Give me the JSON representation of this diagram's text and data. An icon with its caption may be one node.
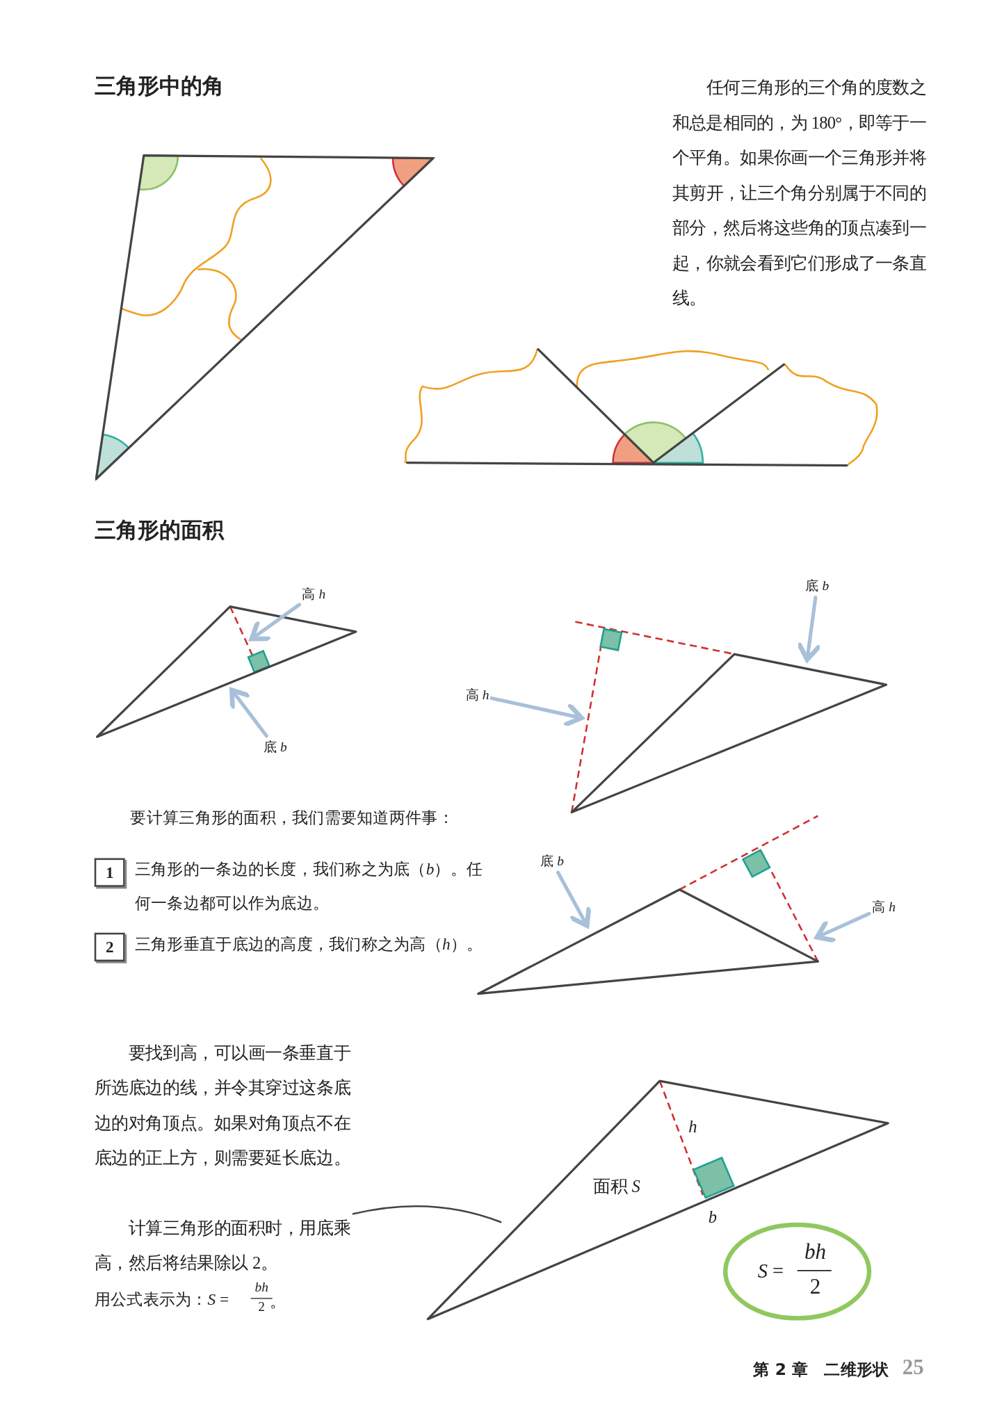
{
  "diagram": {
    "nodes": [
      {
        "text": [
          "高 *h*"
        ]
      },
      {
        "text": [
          "底 *b*"
        ]
      },
      {
        "text": [
          "底 *b*"
        ]
      },
      {
        "text": [
          "高 *h*"
        ]
      },
      {
        "text": [
          "底 *b*"
        ]
      },
      {
        "text": [
          "高 *h*"
        ]
      },
      {
        "text": [
          "计算三角形的面积时，用底乘高，然后将结果除以 2。"
        ]
      },
      {
        "text": [],
        "shape": "triangle"
      },
      {
        "text": [],
        "shape": "triangle"
      },
      {
        "text": [],
        "shape": "triangle"
      },
      {
        "text": [],
        "shape": "triangle"
      }
    ],
    "edges": [
      {
        "from": 0,
        "to": 7,
        "arrow": "to"
      },
      {
        "from": 1,
        "to": 7,
        "arrow": "to"
      },
      {
        "from": 2,
        "to": 8,
        "arrow": "to"
      },
      {
        "from": 3,
        "to": 8,
        "arrow": "to"
      },
      {
        "from": 4,
        "to": 9,
        "arrow": "to"
      },
      {
        "from": 5,
        "to": 9,
        "arrow": "to"
      },
      {
        "from": 6,
        "to": 10,
        "arrow": "none",
        "color": "#444444"
      }
    ],
    "labels": [
      "三角形中的角",
      "任何三角形的三个角的度数之和总是相同的，为 180°，即等于一个平角。如果你画一个三角形并将其剪开，让三个角分别属于不同的部分，然后将这些角的顶点凑到一起，你就会看到它们形成了一条直线。",
      "三角形的面积",
      "要计算三角形的面积，我们需要知道两件事：",
      "1",
      "三角形的一条边的长度，我们称之为底（*b*）。任何一条边都可以作为底边。",
      "2",
      "三角形垂直于底边的高度，我们称之为高（*h*）。",
      "要找到高，可以画一条垂直于所选底边的线，并令其穿过这条底边的对角顶点。如果对角顶点不在底边的正上方，则需要延长底边。",
      "用公式表示为：*S* =",
      "*bh*",
      "2",
      "。",
      "面积 *S*",
      "*h*",
      "*b*",
      "*S* =",
      "*bh*",
      "2",
      "第 2 章　二维形状",
      "25"
    ]
  }
}
